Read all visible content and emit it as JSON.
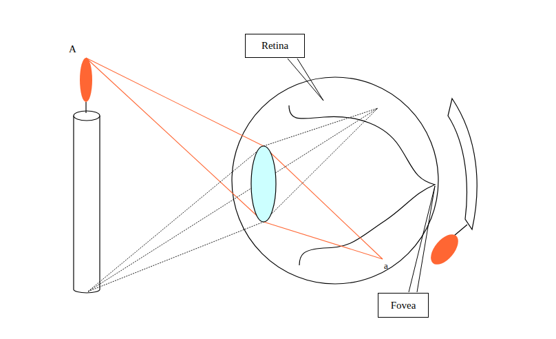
{
  "diagram": {
    "nodes": [
      {
        "text": [
          "Retina"
        ]
      },
      {
        "text": [
          "Fovea"
        ]
      }
    ],
    "labels": [
      "A",
      "a"
    ]
  }
}
